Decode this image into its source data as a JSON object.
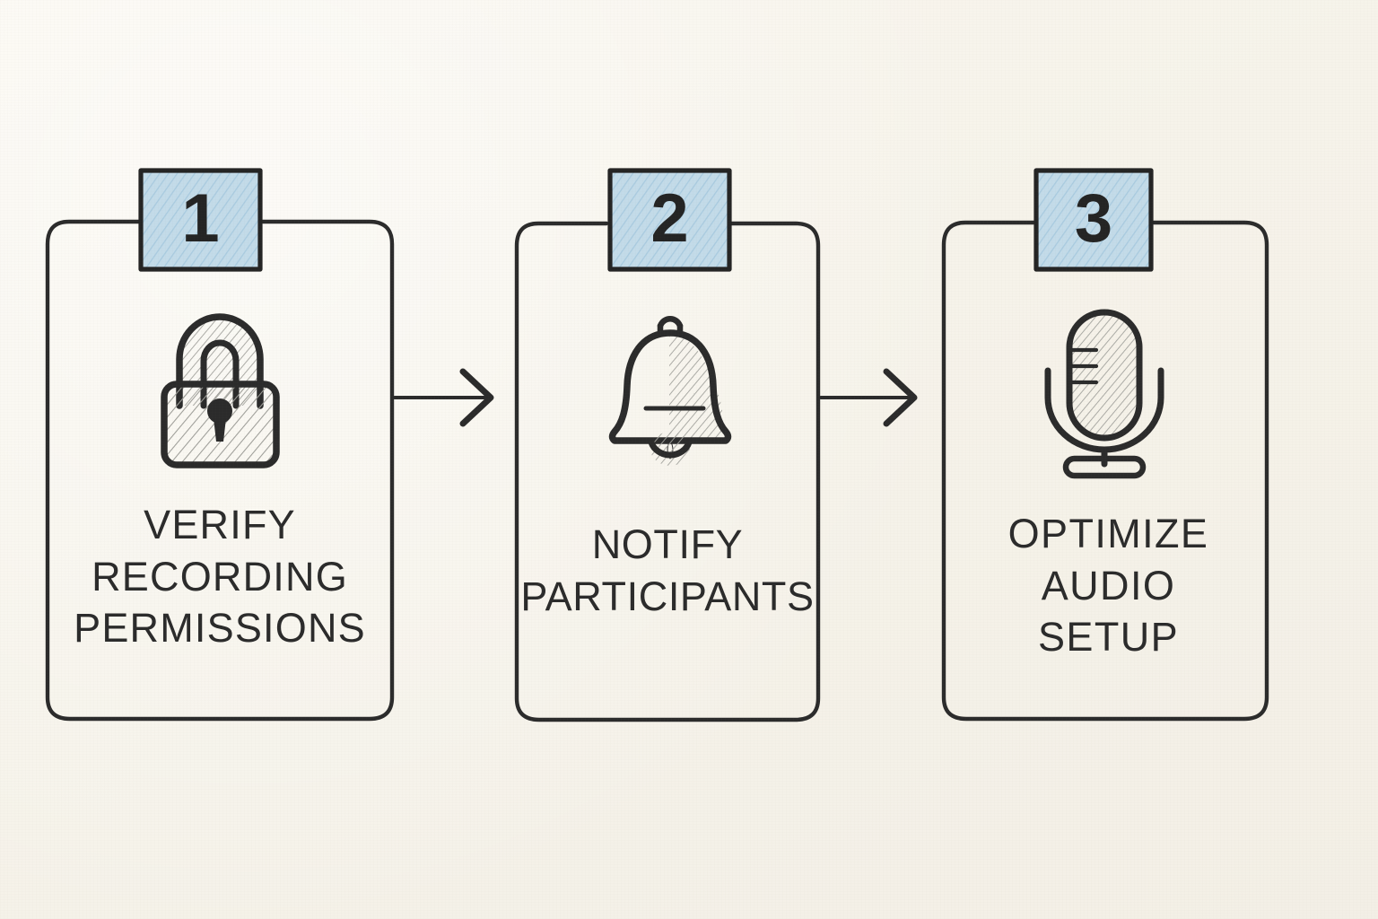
{
  "diagram": {
    "type": "horizontal-step-flow",
    "style": "hand-drawn pencil sketch on paper",
    "background_color": "#f7f4ec",
    "ink_color": "#2b2b2b",
    "badge_fill_color": "#bcd6e6",
    "hatch_color": "#9a9a96",
    "step_count": 3,
    "steps": [
      {
        "number": "1",
        "icon": "padlock-icon",
        "lines": [
          "VERIFY",
          "RECORDING",
          "PERMISSIONS"
        ],
        "text": "VERIFY RECORDING PERMISSIONS"
      },
      {
        "number": "2",
        "icon": "bell-icon",
        "lines": [
          "NOTIFY",
          "PARTICIPANTS"
        ],
        "text": "NOTIFY PARTICIPANTS"
      },
      {
        "number": "3",
        "icon": "microphone-icon",
        "lines": [
          "OPTIMIZE",
          "AUDIO",
          "SETUP"
        ],
        "text": "OPTIMIZE AUDIO SETUP"
      }
    ],
    "connectors": [
      {
        "name": "arrow-step1-to-step2",
        "from": "1",
        "to": "2",
        "glyph": "→"
      },
      {
        "name": "arrow-step2-to-step3",
        "from": "2",
        "to": "3",
        "glyph": "→"
      }
    ]
  }
}
